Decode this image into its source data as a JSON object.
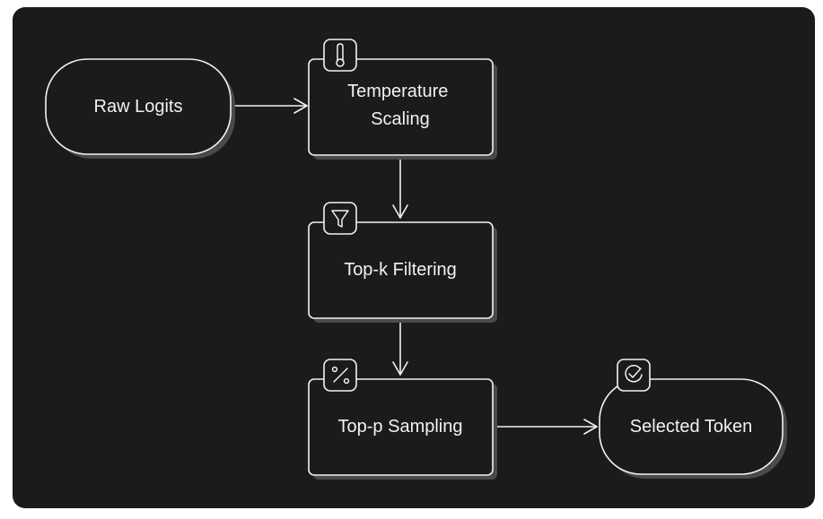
{
  "theme": {
    "page_background": "#ffffff",
    "canvas_background": "#1b1b1b",
    "stroke_color": "#f2f2f2",
    "text_color": "#f2f2f2",
    "shadow_color": "#4a4a4a"
  },
  "nodes": {
    "raw_logits": {
      "label": "Raw Logits",
      "shape": "rounded-pill"
    },
    "temperature_scaling": {
      "label_line1": "Temperature",
      "label_line2": "Scaling",
      "shape": "rectangle",
      "icon": "thermometer-icon"
    },
    "top_k_filtering": {
      "label": "Top-k Filtering",
      "shape": "rectangle",
      "icon": "filter-icon"
    },
    "top_p_sampling": {
      "label": "Top-p Sampling",
      "shape": "rectangle",
      "icon": "percent-icon"
    },
    "selected_token": {
      "label": "Selected Token",
      "shape": "rounded-pill",
      "icon": "check-circle-icon"
    }
  },
  "edges": [
    {
      "from": "raw_logits",
      "to": "temperature_scaling"
    },
    {
      "from": "temperature_scaling",
      "to": "top_k_filtering"
    },
    {
      "from": "top_k_filtering",
      "to": "top_p_sampling"
    },
    {
      "from": "top_p_sampling",
      "to": "selected_token"
    }
  ]
}
